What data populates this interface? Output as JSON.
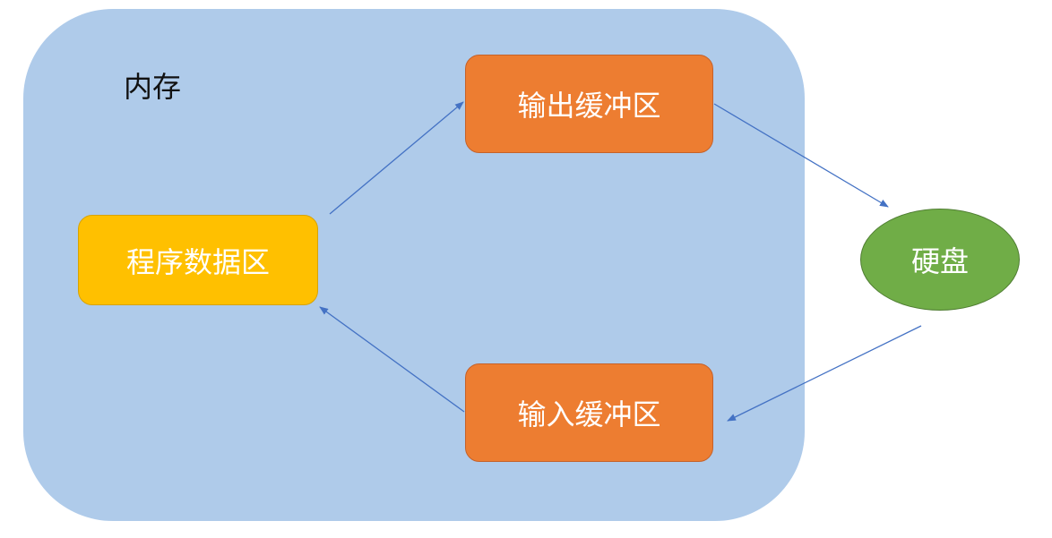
{
  "memory": {
    "label": "内存",
    "color": "#afcbea"
  },
  "nodes": {
    "program_data": {
      "label": "程序数据区",
      "color": "#ffc000"
    },
    "output_buffer": {
      "label": "输出缓冲区",
      "color": "#ed7d31"
    },
    "input_buffer": {
      "label": "输入缓冲区",
      "color": "#ed7d31"
    },
    "disk": {
      "label": "硬盘",
      "color": "#70ad47"
    }
  },
  "arrow_color": "#4472c4"
}
